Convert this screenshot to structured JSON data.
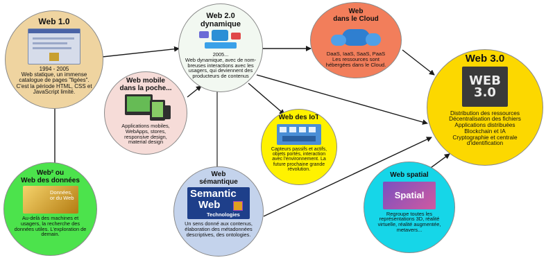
{
  "nodes": {
    "web1": {
      "title": "Web 1.0",
      "desc": "1994 - 2005\nWeb statique, un immense catalogue de pages \"figées\". C'est la période HTML, CSS et JavaScript limité.",
      "color": "#efd4a0"
    },
    "web2": {
      "title": "Web 2.0\ndynamique",
      "desc": "2005...\nWeb dynamique, avec de nom-breuses interactions avec les usagers, qui deviennent des producteurs de contenus",
      "color": "#f2f8f1"
    },
    "cloud": {
      "title": "Web\ndans le Cloud",
      "desc": "DaaS, IaaS, SaaS, PaaS\nLes ressources sont hébergées dans le Cloud.",
      "color": "#f27e5b"
    },
    "web3": {
      "title": "Web 3.0",
      "image_text": "WEB\n3.0",
      "desc": "Distribution des ressources\nDécentralisation des fichiers\nApplications distribuées\nBlockchain et IA\nCryptographie et centrale d'identification",
      "color": "#fcd800"
    },
    "mobile": {
      "title": "Web mobile\ndans la poche...",
      "desc": "Applications mobiles, WebApps, stores, responsive design, material design",
      "color": "#f6dcd8"
    },
    "iot": {
      "title": "Web des IoT",
      "desc": "Capteurs passifs et actifs, objets portés, interaction avec l'environnement. La future prochaine grande révolution.",
      "color": "#fff200"
    },
    "data": {
      "title": "Web² ou\nWeb des données",
      "image_text": "Données,\nor du Web",
      "desc": "Au-delà des machines et usagers, la recherche des données utiles. L'exploration de demain.",
      "color": "#4ce34c"
    },
    "semantic": {
      "title": "Web\nsémantique",
      "logo_line1": "Semantic",
      "logo_line2": "Web",
      "logo_line3": "Technologies",
      "desc": "Un sens donné aux contenus, élaboration des métadonnées descriptives, des ontologies.",
      "color": "#c4d3ec"
    },
    "spatial": {
      "title": "Web spatial",
      "image_text": "Spatial",
      "desc": "Regroupe toutes les représentations 3D, réalité virtuelle, réalité augmentée, metavers...",
      "color": "#16d6e8"
    }
  },
  "colors": {
    "edge": "#1a1a1a",
    "node_border": "#8a8a8a"
  }
}
